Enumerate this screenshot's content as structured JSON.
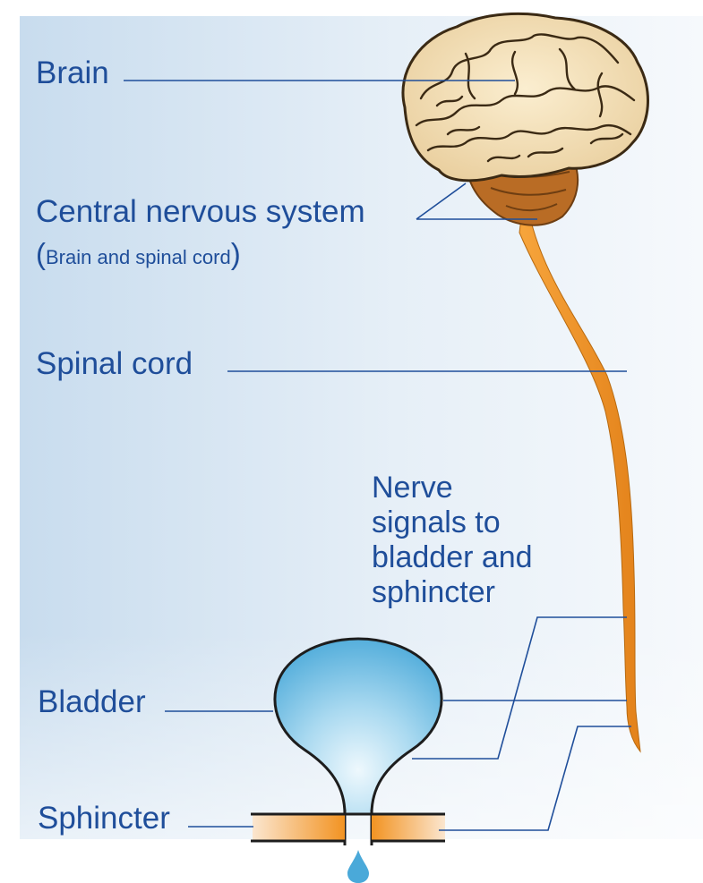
{
  "labels": {
    "brain": "Brain",
    "cns": "Central nervous system",
    "cns_sub": "Brain and spinal cord",
    "cns_sub_open": "(",
    "cns_sub_close": ")",
    "spinal_cord": "Spinal cord",
    "nerve_line1": "Nerve",
    "nerve_line2": "signals to",
    "nerve_line3": "bladder and",
    "nerve_line4": "sphincter",
    "bladder": "Bladder",
    "sphincter": "Sphincter"
  },
  "colors": {
    "label_text": "#1f4e9a",
    "leader_line": "#1f4e9a",
    "spinal_cord": "#f29322",
    "brain": "#f3ddb0",
    "cerebellum": "#c7782a",
    "bladder": "#5fb6e0",
    "background": "#cfe0f0"
  }
}
